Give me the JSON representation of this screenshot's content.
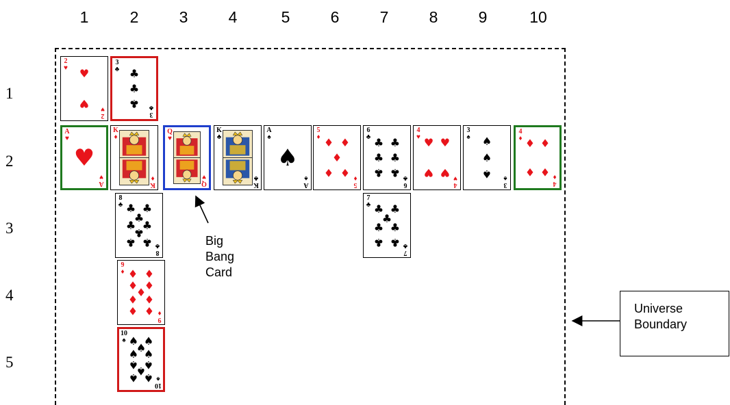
{
  "columns": [
    "1",
    "2",
    "3",
    "4",
    "5",
    "6",
    "7",
    "8",
    "9",
    "10"
  ],
  "rows": [
    "1",
    "2",
    "3",
    "4",
    "5"
  ],
  "labels": {
    "big_bang": [
      "Big",
      "Bang",
      "Card"
    ],
    "universe_boundary": [
      "Universe",
      "Boundary"
    ]
  },
  "colors": {
    "red_highlight": "#d11a1a",
    "green_highlight": "#1f7a1f",
    "blue_highlight": "#1f3fcc",
    "card_red": "#e8141b",
    "card_black": "#000000"
  },
  "cards": [
    {
      "id": "2h",
      "col": 1,
      "row": 1,
      "rank": "2",
      "suit": "♥",
      "highlight": ""
    },
    {
      "id": "3c",
      "col": 2,
      "row": 1,
      "rank": "3",
      "suit": "♣",
      "highlight": "red"
    },
    {
      "id": "ah",
      "col": 1,
      "row": 2,
      "rank": "A",
      "suit": "♥",
      "highlight": "green"
    },
    {
      "id": "kd",
      "col": 2,
      "row": 2,
      "rank": "K",
      "suit": "♦",
      "highlight": ""
    },
    {
      "id": "qh",
      "col": 3,
      "row": 2,
      "rank": "Q",
      "suit": "♥",
      "highlight": "blue"
    },
    {
      "id": "kc",
      "col": 4,
      "row": 2,
      "rank": "K",
      "suit": "♣",
      "highlight": ""
    },
    {
      "id": "as",
      "col": 5,
      "row": 2,
      "rank": "A",
      "suit": "♠",
      "highlight": ""
    },
    {
      "id": "5d",
      "col": 6,
      "row": 2,
      "rank": "5",
      "suit": "♦",
      "highlight": ""
    },
    {
      "id": "6c",
      "col": 7,
      "row": 2,
      "rank": "6",
      "suit": "♣",
      "highlight": ""
    },
    {
      "id": "4h",
      "col": 8,
      "row": 2,
      "rank": "4",
      "suit": "♥",
      "highlight": ""
    },
    {
      "id": "3s",
      "col": 9,
      "row": 2,
      "rank": "3",
      "suit": "♠",
      "highlight": ""
    },
    {
      "id": "4d",
      "col": 10,
      "row": 2,
      "rank": "4",
      "suit": "♦",
      "highlight": "green"
    },
    {
      "id": "8c",
      "col": 2,
      "row": 3,
      "rank": "8",
      "suit": "♣",
      "highlight": ""
    },
    {
      "id": "7c",
      "col": 7,
      "row": 3,
      "rank": "7",
      "suit": "♣",
      "highlight": ""
    },
    {
      "id": "9d",
      "col": 2,
      "row": 4,
      "rank": "9",
      "suit": "♦",
      "highlight": ""
    },
    {
      "id": "10s",
      "col": 2,
      "row": 5,
      "rank": "10",
      "suit": "♠",
      "highlight": "red"
    }
  ]
}
